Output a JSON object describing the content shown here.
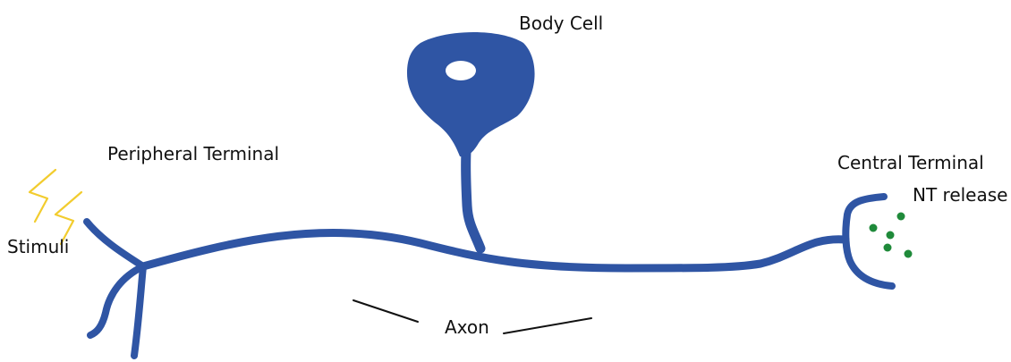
{
  "colors": {
    "neuron": "#2f55a4",
    "stimulus": "#f2cc2e",
    "vesicle": "#1f8a3a",
    "pointer": "#111111",
    "nucleus": "#ffffff"
  },
  "labels": {
    "body_cell": "Body Cell",
    "peripheral_terminal": "Peripheral Terminal",
    "central_terminal": "Central Terminal",
    "nt_release": "NT release",
    "stimuli": "Stimuli",
    "axon": "Axon"
  },
  "icons": {
    "stimulus": "lightning-bolt",
    "neurotransmitter": "dot"
  }
}
